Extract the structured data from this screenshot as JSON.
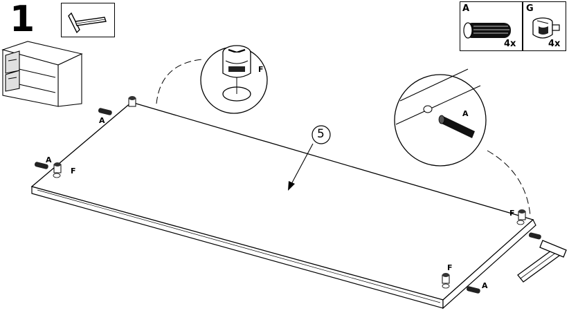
{
  "step": {
    "number": "1"
  },
  "parts": [
    {
      "letter": "A",
      "quantity": "4x",
      "icon": "wooden-dowel"
    },
    {
      "letter": "G",
      "quantity": "4x",
      "icon": "cam-lock"
    }
  ],
  "tool": {
    "icon": "hammer"
  },
  "callouts": {
    "cam_detail": {
      "label": "F"
    },
    "dowel_detail": {
      "label": "A"
    },
    "panel_ref": {
      "label": "5"
    }
  },
  "labels": {
    "dowel_top_left": "A",
    "dowel_mid_left": "A",
    "cam_mid_left": "F",
    "cam_top_right": "F",
    "cam_bottom_right": "F",
    "dowel_bottom_right": "A"
  }
}
